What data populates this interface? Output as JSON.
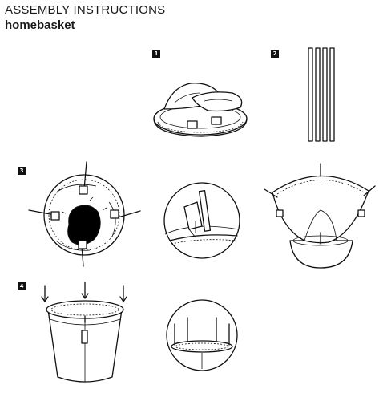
{
  "header": {
    "title": "ASSEMBLY INSTRUCTIONS",
    "subtitle": "homebasket"
  },
  "steps": [
    {
      "number": "1"
    },
    {
      "number": "2"
    },
    {
      "number": "3"
    },
    {
      "number": "4"
    }
  ],
  "colors": {
    "ink": "#111111",
    "background": "#ffffff",
    "hole_fill": "#000000"
  }
}
